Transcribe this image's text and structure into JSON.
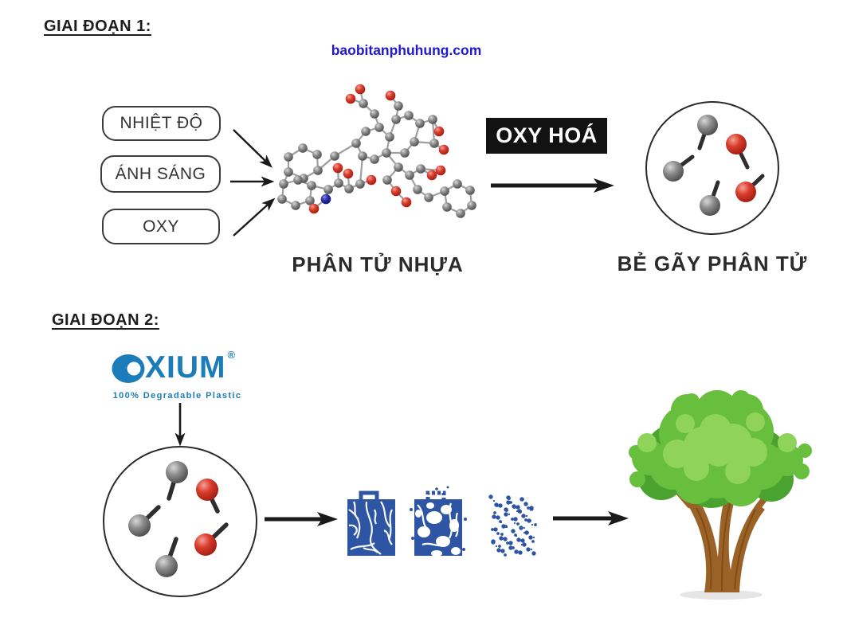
{
  "watermark": {
    "text": "baobitanphuhung.com"
  },
  "stage1": {
    "heading": "GIAI ĐOẠN 1:",
    "factors": [
      {
        "label": "NHIỆT ĐỘ"
      },
      {
        "label": "ÁNH SÁNG"
      },
      {
        "label": "OXY"
      }
    ],
    "molecule_label": "PHÂN TỬ NHỰA",
    "process_label": "OXY HOÁ",
    "result_label": "BẺ GÃY PHÂN TỬ"
  },
  "stage2": {
    "heading": "GIAI ĐOẠN 2:",
    "logo": {
      "brand": "OXIUM",
      "brand_after_o": "XIUM",
      "registered_mark": "®",
      "tagline": "100% Degradable Plastic"
    }
  },
  "illustrations": {
    "molecule": "ball-and-stick plastic molecule (gray carbon, red oxygen, blue nitrogen atoms)",
    "broken_fragments_stage1": "circle containing 5 broken molecule fragments (3 gray, 2 red spheres with bond stubs)",
    "broken_fragments_stage2": "circle containing 5 broken molecule fragments (3 gray, 2 red spheres with bond stubs)",
    "bags": "blue plastic bag degrading in 3 stages: intact bag, fragmenting bag, scattered particles",
    "tree": "green leafy tree with brown trunk"
  },
  "icons": {
    "oxium_o": "blue ellipse with white dot (OXIUM letter O)",
    "registered": "registered-trademark symbol",
    "arrows": "black right/down arrows with swept arrowheads"
  },
  "colors": {
    "ink": "#1d1d1d",
    "link_blue": "#1f19cf",
    "logo_blue": "#1b7cba",
    "bag_blue": "#2d55a3",
    "atom_red": "#d93b2b",
    "atom_gray": "#6f6f6f",
    "tree_green": "#68bf3e",
    "trunk_brown": "#9a6226"
  }
}
